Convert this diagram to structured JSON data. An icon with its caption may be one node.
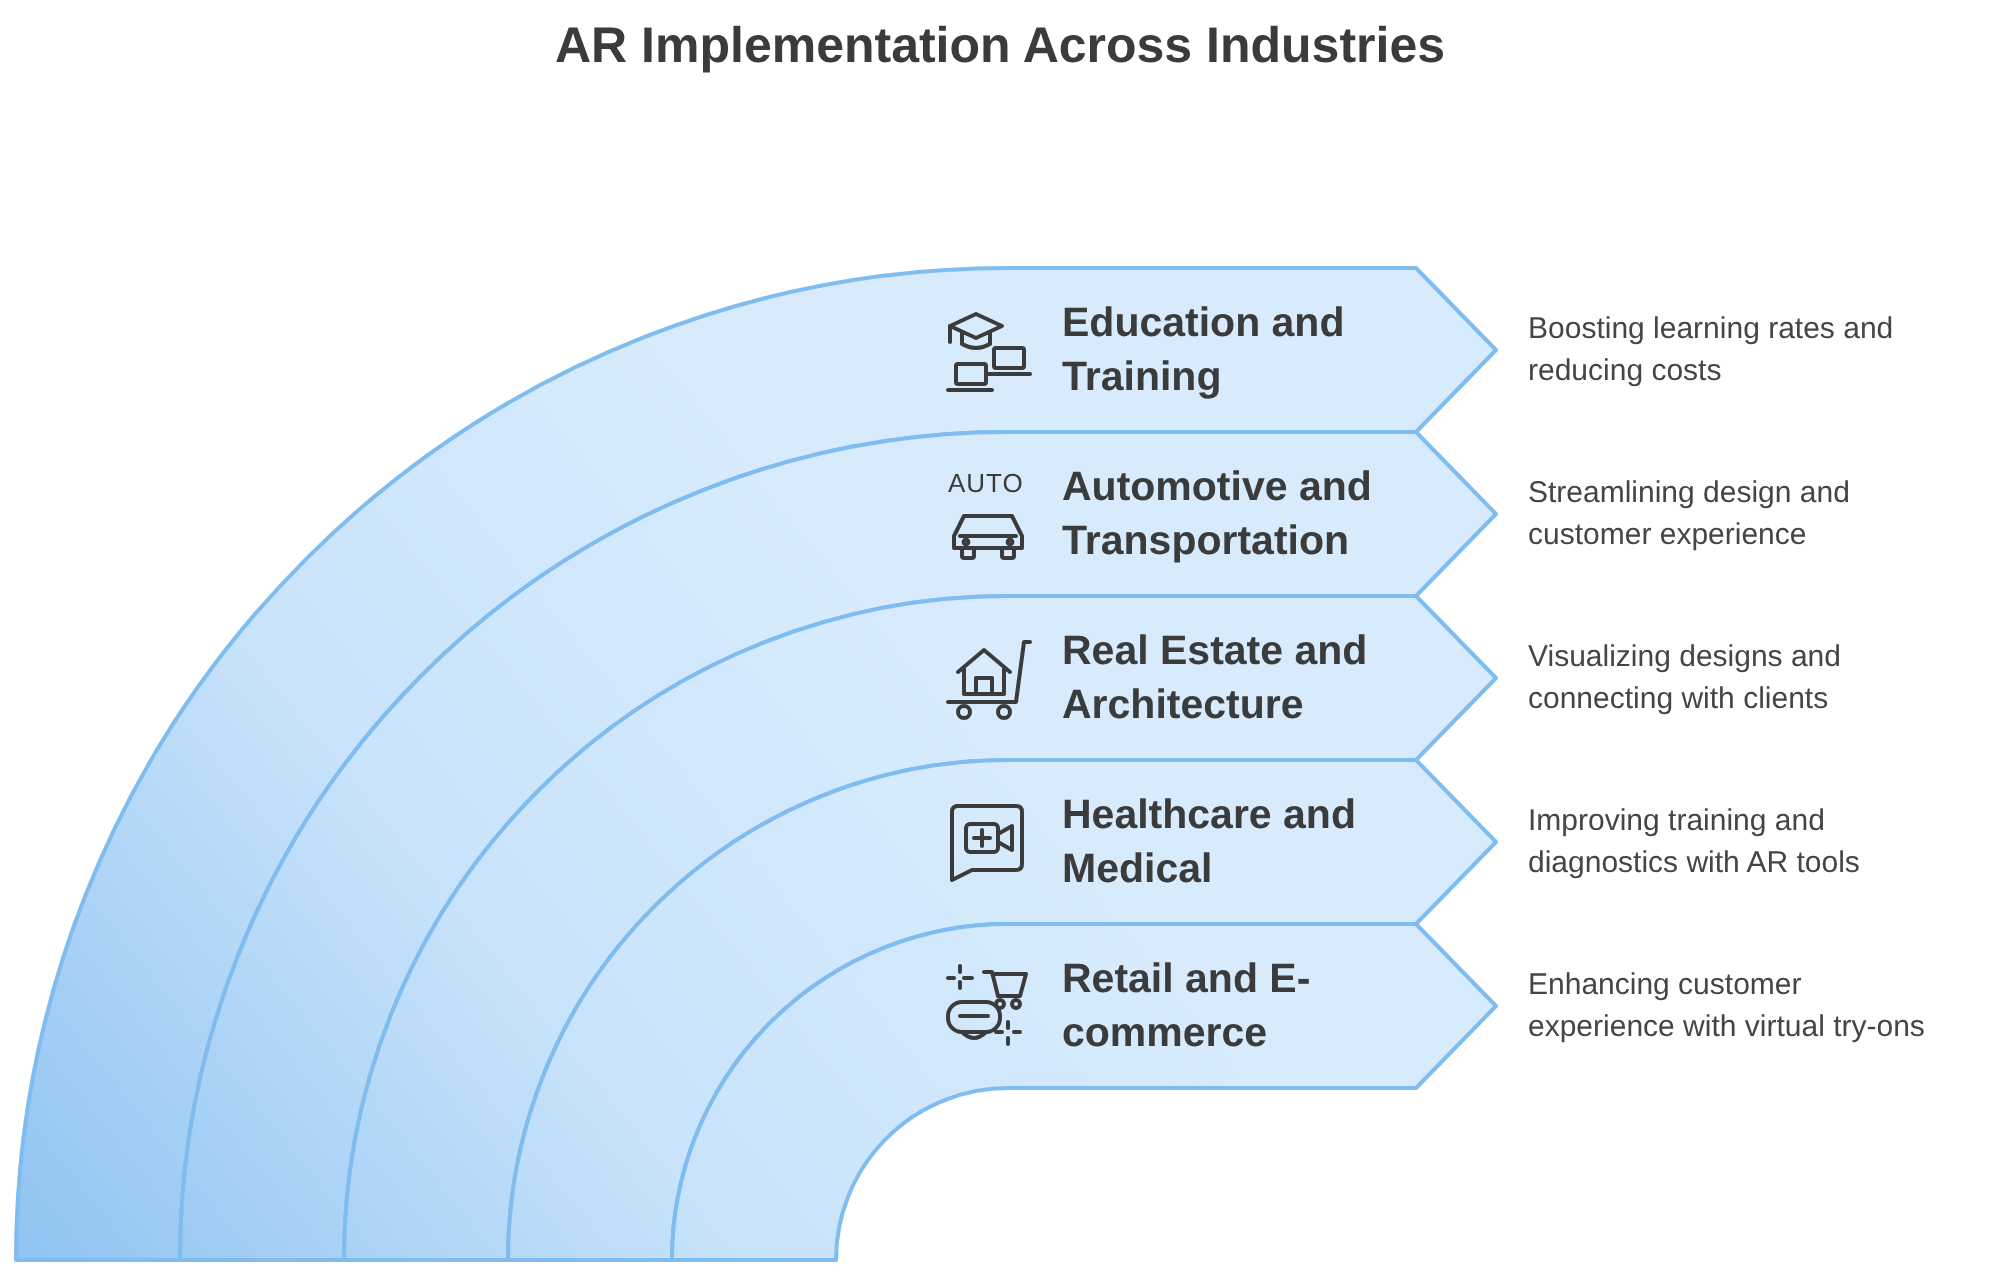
{
  "diagram": {
    "title": "AR Implementation Across Industries",
    "nodes": [
      {
        "text": [
          "Education and Training"
        ],
        "beside": [
          "Boosting learning rates and reducing costs"
        ]
      },
      {
        "text": [
          "Automotive and Transportation"
        ],
        "beside": [
          "Streamlining design and customer experience"
        ]
      },
      {
        "text": [
          "Real Estate and Architecture"
        ],
        "beside": [
          "Visualizing designs and connecting with clients"
        ]
      },
      {
        "text": [
          "Healthcare and Medical"
        ],
        "beside": [
          "Improving training and diagnostics with AR tools"
        ]
      },
      {
        "text": [
          "Retail and E-commerce"
        ],
        "beside": [
          "Enhancing customer experience with virtual try-ons"
        ]
      }
    ],
    "labels": [
      "AUTO"
    ]
  }
}
